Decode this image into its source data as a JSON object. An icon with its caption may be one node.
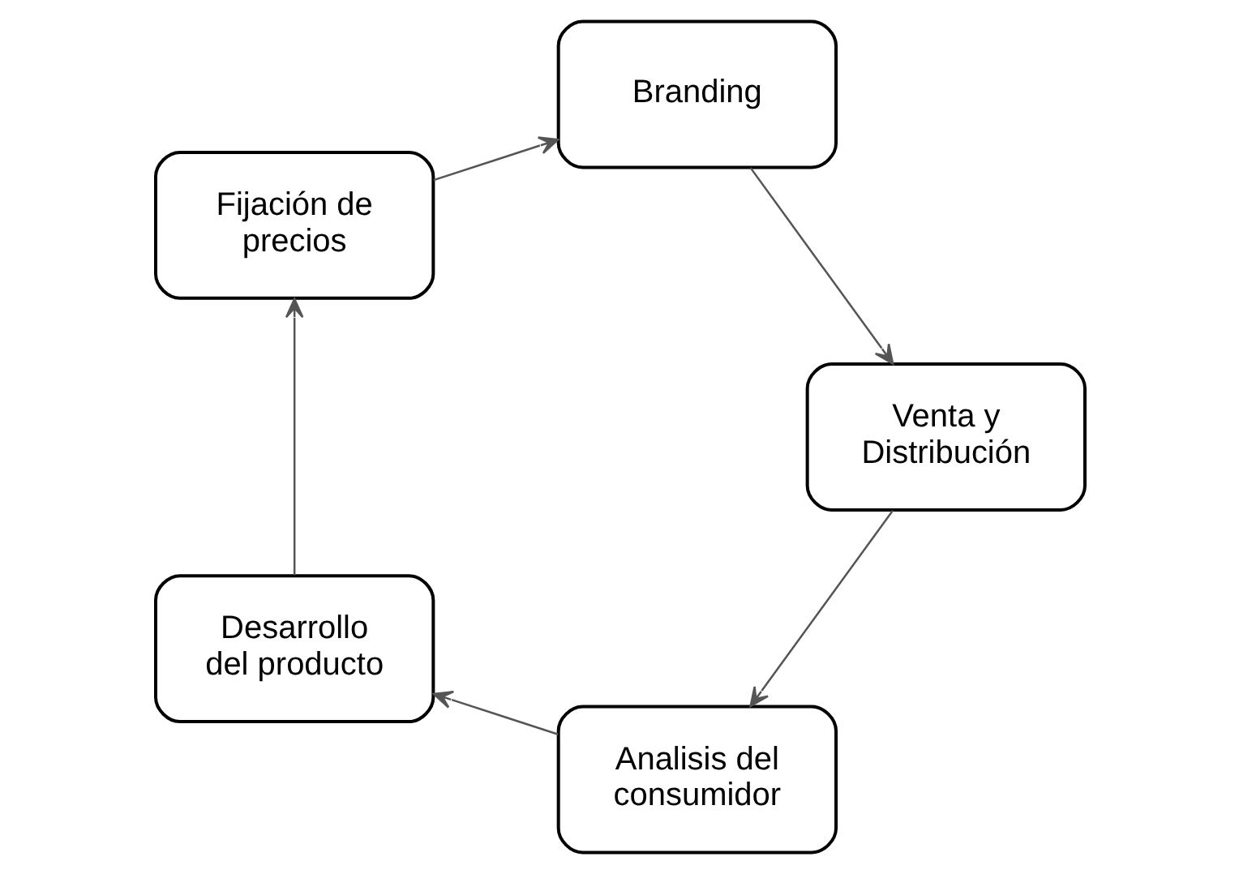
{
  "diagram": {
    "nodes": [
      {
        "text": [
          "Analisis del consumidor"
        ]
      },
      {
        "text": [
          "Desarrollo del producto"
        ]
      },
      {
        "text": [
          "Fijación de precios"
        ]
      },
      {
        "text": [
          "Branding"
        ]
      },
      {
        "text": [
          "Venta y Distribución"
        ]
      }
    ],
    "edges": [
      {
        "from": 0,
        "to": 1,
        "arrow": "to"
      },
      {
        "from": 1,
        "to": 2,
        "arrow": "to"
      },
      {
        "from": 2,
        "to": 3,
        "arrow": "to"
      },
      {
        "from": 3,
        "to": 4,
        "arrow": "to"
      },
      {
        "from": 4,
        "to": 0,
        "arrow": "to"
      }
    ]
  }
}
